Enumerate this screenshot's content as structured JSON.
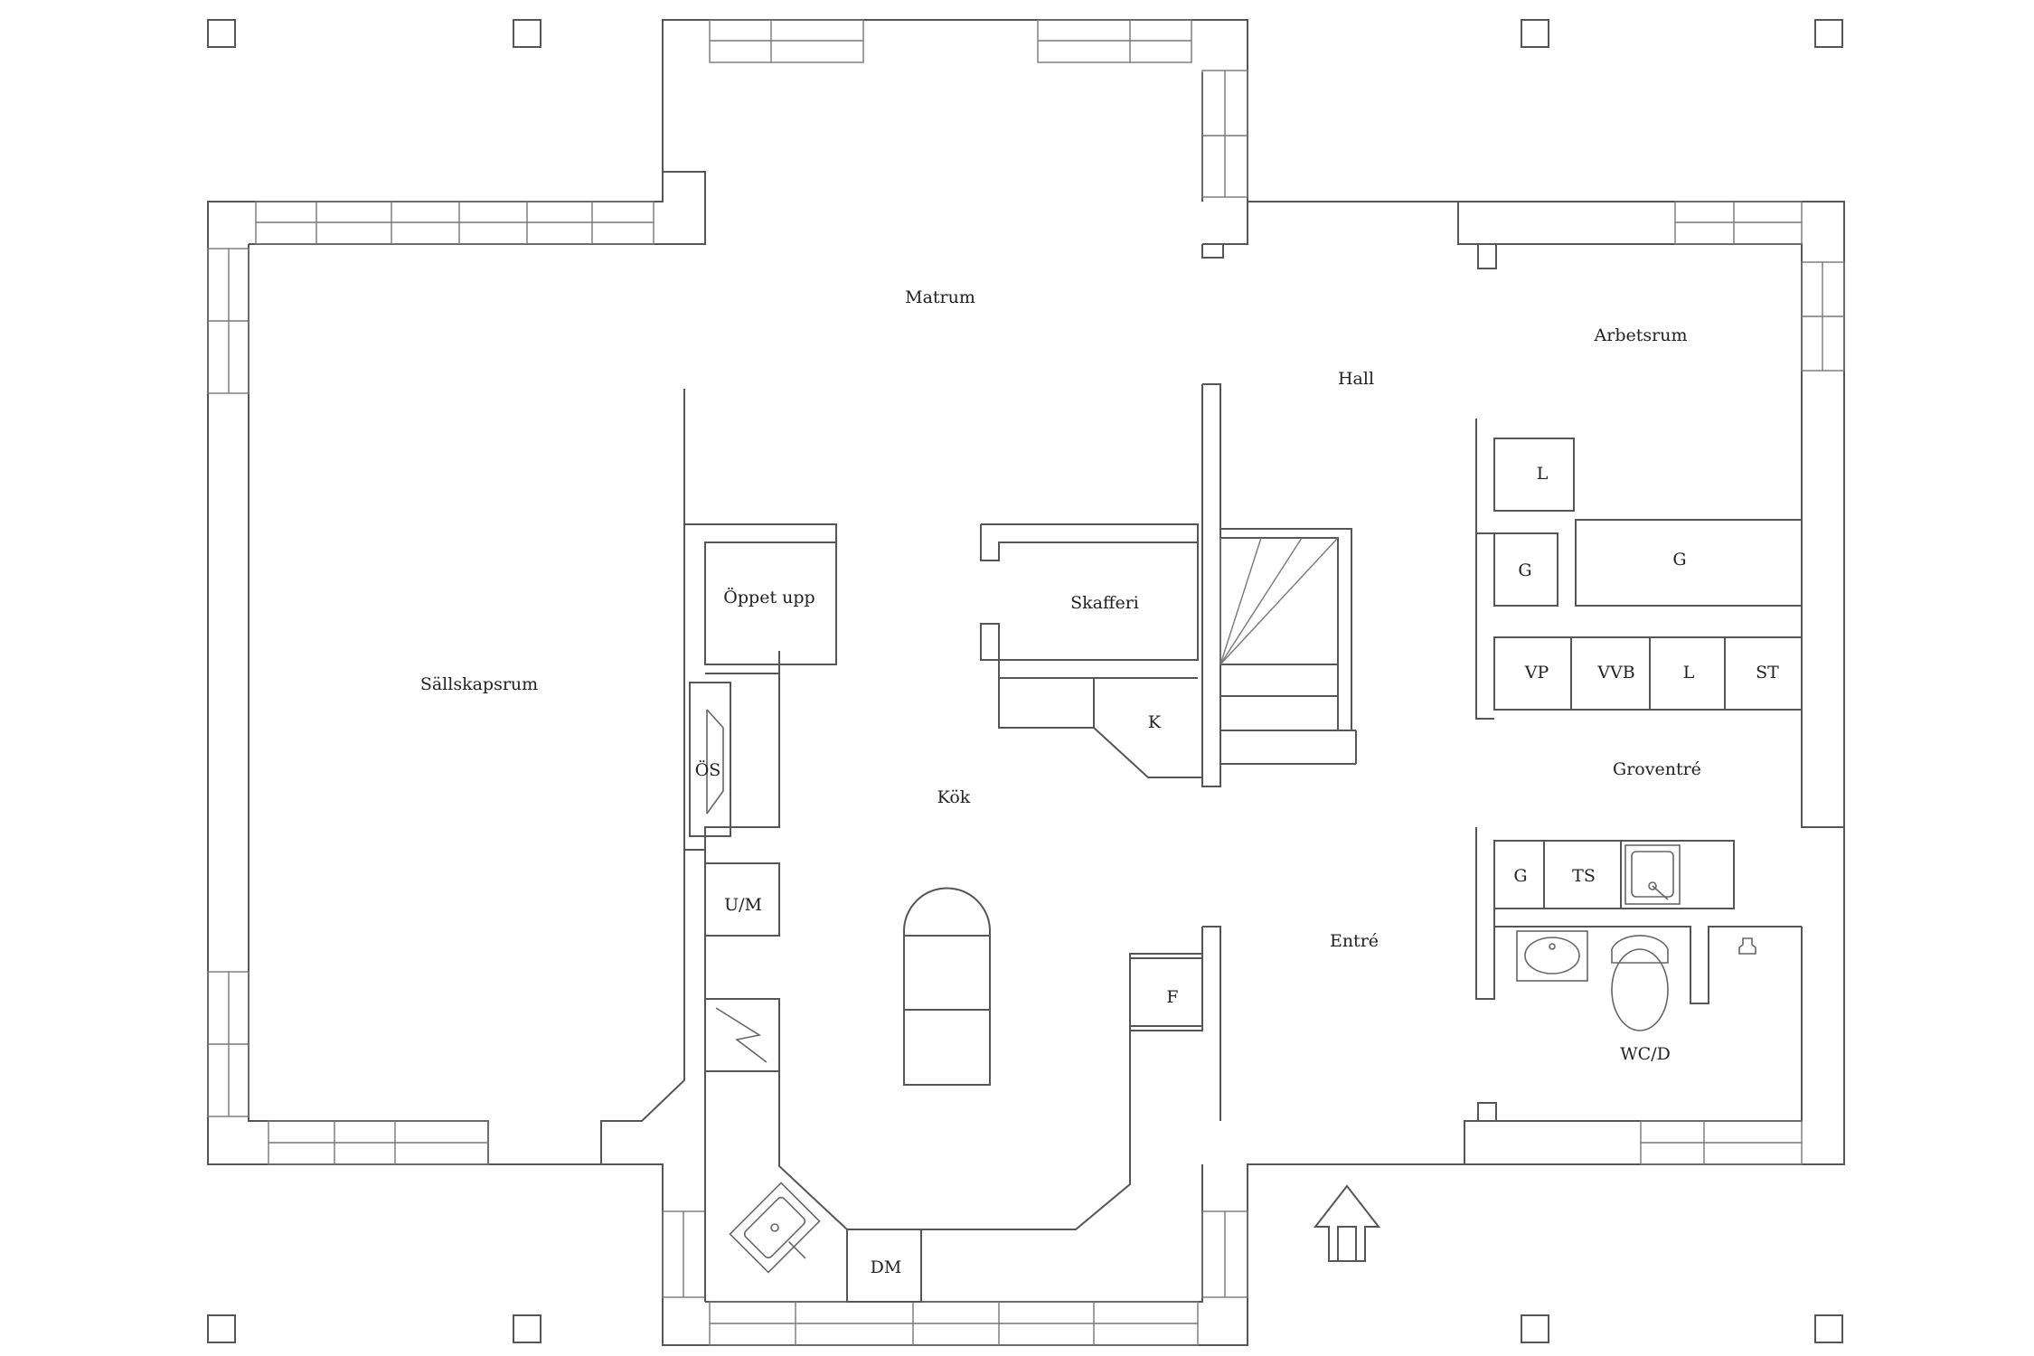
{
  "rooms": {
    "matrum": "Matrum",
    "hall": "Hall",
    "arbetsrum": "Arbetsrum",
    "sallskapsrum": "Sällskapsrum",
    "oppet_upp": "Öppet upp",
    "skafferi": "Skafferi",
    "kok": "Kök",
    "groventre": "Groventré",
    "entre": "Entré",
    "wcd": "WC/D"
  },
  "fixtures": {
    "l1": "L",
    "g1": "G",
    "g2": "G",
    "vp": "VP",
    "vvb": "VVB",
    "l2": "L",
    "st": "ST",
    "k": "K",
    "os": "ÖS",
    "um": "U/M",
    "f": "F",
    "dm": "DM",
    "g3": "G",
    "ts": "TS"
  },
  "icons": {
    "entrance_arrow": "arrow-up-icon",
    "stove": "stove-icon",
    "sink": "sink-icon",
    "toilet": "toilet-icon",
    "washbasin": "washbasin-icon",
    "utility_sink": "utility-sink-icon"
  },
  "colors": {
    "line": "#555555",
    "text": "#222222",
    "background": "#ffffff"
  }
}
